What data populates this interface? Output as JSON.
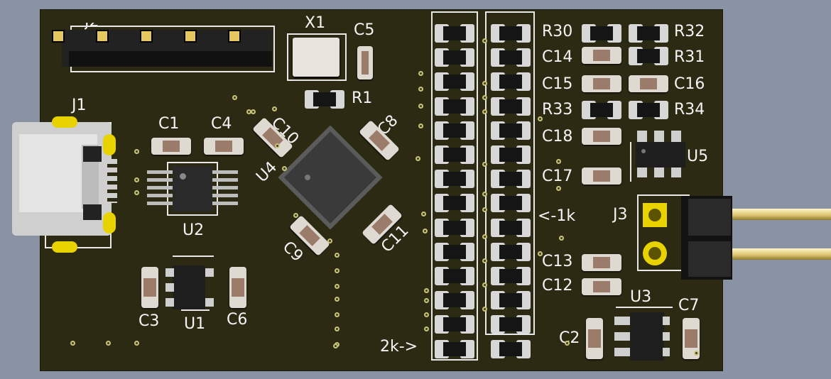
{
  "title": "",
  "labels": {
    "J2": "J2",
    "X1": "X1",
    "C5": "C5",
    "R1": "R1",
    "J1": "J1",
    "C1": "C1",
    "C4": "C4",
    "C10": "C10",
    "C8": "C8",
    "U4": "U4",
    "U2": "U2",
    "C9": "C9",
    "C11": "C11",
    "C3": "C3",
    "U1": "U1",
    "C6": "C6",
    "R30": "R30",
    "R32": "R32",
    "C14": "C14",
    "R31": "R31",
    "C15": "C15",
    "C16": "C16",
    "R33": "R33",
    "R34": "R34",
    "C18": "C18",
    "U5": "U5",
    "C17": "C17",
    "J3": "J3",
    "arrow_1k": "<-1k",
    "C13": "C13",
    "C12": "C12",
    "U3": "U3",
    "C7": "C7",
    "C2": "C2",
    "arrow_2k": "2k->"
  },
  "colors": {
    "pcb": "#2d2a14",
    "silkscreen": "#f4f4f4",
    "pad_gold": "#e8d300",
    "background": "#8a93a4"
  }
}
